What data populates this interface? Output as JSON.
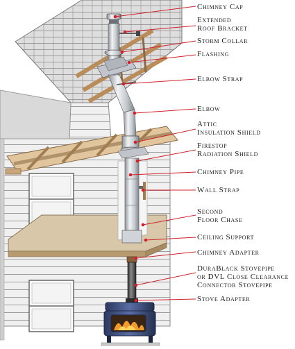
{
  "labels": [
    {
      "id": "chimney-cap",
      "lines": [
        "Chimney Cap"
      ]
    },
    {
      "id": "extended-roof-bracket",
      "lines": [
        "Extended",
        "Roof Bracket"
      ]
    },
    {
      "id": "storm-collar",
      "lines": [
        "Storm Collar"
      ]
    },
    {
      "id": "flashing",
      "lines": [
        "Flashing"
      ]
    },
    {
      "id": "elbow-strap",
      "lines": [
        "Elbow Strap"
      ]
    },
    {
      "id": "elbow",
      "lines": [
        "Elbow"
      ]
    },
    {
      "id": "attic-insulation-shield",
      "lines": [
        "Attic",
        "Insulation Shield"
      ]
    },
    {
      "id": "firestop-radiation-shield",
      "lines": [
        "Firestop",
        "Radiation Shield"
      ]
    },
    {
      "id": "chimney-pipe",
      "lines": [
        "Chimney Pipe"
      ]
    },
    {
      "id": "wall-strap",
      "lines": [
        "Wall Strap"
      ]
    },
    {
      "id": "second-floor-chase",
      "lines": [
        "Second",
        "Floor Chase"
      ]
    },
    {
      "id": "ceiling-support",
      "lines": [
        "Ceiling Support"
      ]
    },
    {
      "id": "chimney-adapter",
      "lines": [
        "Chimney Adapter"
      ]
    },
    {
      "id": "durablack-stovepipe",
      "lines": [
        "DuraBlack Stovepipe",
        "or DVL Close Clearance",
        "Connector Stovepipe"
      ]
    },
    {
      "id": "stove-adapter",
      "lines": [
        "Stove Adapter"
      ]
    }
  ],
  "colors": {
    "leader": "#d0212c",
    "dot": "#d0212c",
    "siding": "#eeeeee",
    "shingle": "#dcdcdc",
    "lumber": "#c9a57a",
    "ceiling": "#d8c7a8",
    "pipe_light": "#e4e6e9",
    "pipe_dark": "#9ca1a8",
    "stove": "#3b4b7a"
  }
}
